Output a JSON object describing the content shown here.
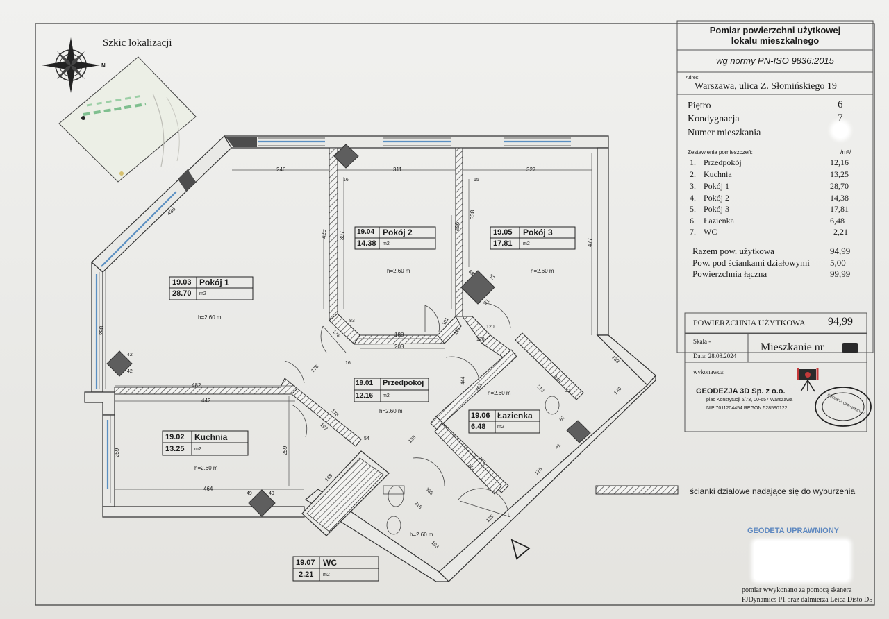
{
  "title_block": {
    "title_line1": "Pomiar powierzchni użytkowej",
    "title_line2": "lokalu mieszkalnego",
    "norm": "wg normy PN-ISO 9836:2015",
    "address_label": "Adres:",
    "address": "Warszawa, ulica Z. Słomińskiego 19",
    "floor_label": "Piętro",
    "floor_value": "6",
    "storey_label": "Kondygnacja",
    "storey_value": "7",
    "apt_number_label": "Numer mieszkania",
    "rooms_header": "Zestawienia pomieszczeń:",
    "rooms_unit": "/m²/",
    "rooms": [
      {
        "no": "1.",
        "name": "Przedpokój",
        "area": "12,16"
      },
      {
        "no": "2.",
        "name": "Kuchnia",
        "area": "13,25"
      },
      {
        "no": "3.",
        "name": "Pokój 1",
        "area": "28,70"
      },
      {
        "no": "4.",
        "name": "Pokój 2",
        "area": "14,38"
      },
      {
        "no": "5.",
        "name": "Pokój 3",
        "area": "17,81"
      },
      {
        "no": "6.",
        "name": "Łazienka",
        "area": "6,48"
      },
      {
        "no": "7.",
        "name": "WC",
        "area": "2,21"
      }
    ],
    "total_usable_label": "Razem pow. użytkowa",
    "total_usable": "94,99",
    "partition_label": "Pow. pod ściankami działowymi",
    "partition_value": "5,00",
    "total_label": "Powierzchnia łączna",
    "total_value": "99,99",
    "usable_caps_label": "POWIERZCHNIA UŻYTKOWA",
    "usable_caps_value": "94,99",
    "scale_label": "Skala -",
    "date_label": "Data: 28.08.2024",
    "apartment_label": "Mieszkanie nr",
    "made_by_label": "wykonawca:",
    "company": "GEODEZJA 3D Sp. z o.o.",
    "company_address": "plac Konstytucji 5/73, 00-657 Warszawa",
    "company_ids": "NIP 7011204454 REGON 528590122",
    "seal_text": "GEODETA UPRAWNIONY",
    "surveyor_label": "GEODETA UPRAWNIONY",
    "footer_line1": "pomiar wwykonano za pomocą skanera",
    "footer_line2": "FJDynamics P1 oraz dalmierza Leica Disto D5"
  },
  "location_sketch_title": "Szkic lokalizacji",
  "compass_label": "N",
  "legend_text": "ścianki działowe nadające się do wyburzenia",
  "rooms_plan": [
    {
      "code": "19.01",
      "name": "Przedpokój",
      "area": "12.16",
      "unit": "m2",
      "height": "h=2.60 m"
    },
    {
      "code": "19.02",
      "name": "Kuchnia",
      "area": "13.25",
      "unit": "m2",
      "height": "h=2.60 m"
    },
    {
      "code": "19.03",
      "name": "Pokój 1",
      "area": "28.70",
      "unit": "m2",
      "height": "h=2.60 m"
    },
    {
      "code": "19.04",
      "name": "Pokój 2",
      "area": "14.38",
      "unit": "m2",
      "height": "h=2.60 m"
    },
    {
      "code": "19.05",
      "name": "Pokój 3",
      "area": "17.81",
      "unit": "m2",
      "height": "h=2.60 m"
    },
    {
      "code": "19.06",
      "name": "Łazienka",
      "area": "6.48",
      "unit": "m2",
      "height": "h=2.60 m"
    },
    {
      "code": "19.07",
      "name": "WC",
      "area": "2.21",
      "unit": "m2",
      "height": "h=2.60 m"
    }
  ],
  "dimensions": [
    "246",
    "311",
    "327",
    "16",
    "15",
    "436",
    "425",
    "397",
    "406",
    "338",
    "477",
    "298",
    "42",
    "42",
    "83",
    "188",
    "203",
    "101",
    "110",
    "120",
    "120",
    "62",
    "81",
    "63",
    "176",
    "176",
    "16",
    "482",
    "442",
    "176",
    "197",
    "54",
    "135",
    "169",
    "259",
    "259",
    "464",
    "49",
    "49",
    "444",
    "263",
    "219",
    "279",
    "133",
    "140",
    "87",
    "41",
    "260",
    "274",
    "176",
    "335",
    "215",
    "135",
    "103",
    "21"
  ]
}
